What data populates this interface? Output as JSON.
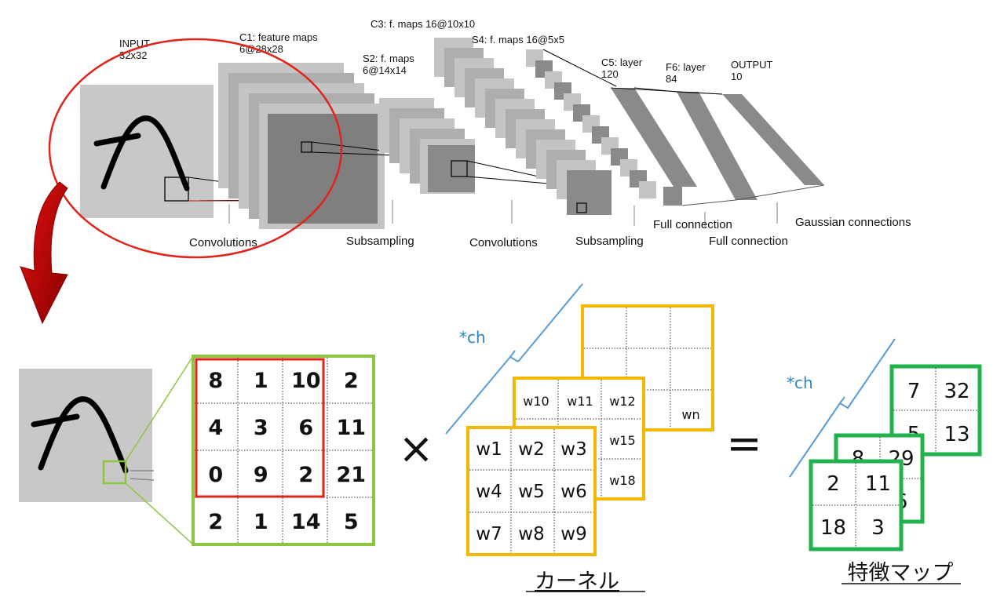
{
  "lenet": {
    "input_label": "INPUT",
    "input_size": "32x32",
    "c1_label": "C1: feature maps",
    "c1_size": "6@28x28",
    "s2_label": "S2: f. maps",
    "s2_size": "6@14x14",
    "c3_label": "C3: f. maps 16@10x10",
    "s4_label": "S4: f. maps 16@5x5",
    "c5_label": "C5: layer",
    "c5_size": "120",
    "f6_label": "F6: layer",
    "f6_size": "84",
    "output_label": "OUTPUT",
    "output_size": "10",
    "bottom_labels": {
      "convolutions_1": "Convolutions",
      "subsampling_1": "Subsampling",
      "convolutions_2": "Convolutions",
      "subsampling_2": "Subsampling",
      "full_connection_1": "Full connection",
      "full_connection_2": "Full connection",
      "gaussian": "Gaussian connections"
    }
  },
  "input_grid": [
    [
      "8",
      "1",
      "10",
      "2"
    ],
    [
      "4",
      "3",
      "6",
      "11"
    ],
    [
      "0",
      "9",
      "2",
      "21"
    ],
    [
      "2",
      "1",
      "14",
      "5"
    ]
  ],
  "times_symbol": "×",
  "equals_symbol": "=",
  "kernel": {
    "ch_label": "*ch",
    "front": [
      [
        "w1",
        "w2",
        "w3"
      ],
      [
        "w4",
        "w5",
        "w6"
      ],
      [
        "w7",
        "w8",
        "w9"
      ]
    ],
    "middle_visible": [
      "w10",
      "w11",
      "w12",
      "w15",
      "w18"
    ],
    "back_visible": [
      "wn"
    ],
    "caption": "カーネル"
  },
  "feature_map": {
    "ch_label": "*ch",
    "front": [
      [
        "2",
        "11"
      ],
      [
        "18",
        "3"
      ]
    ],
    "middle_visible": [
      "8",
      "29",
      "6"
    ],
    "back_visible": [
      "7",
      "32",
      "5",
      "13"
    ],
    "caption": "特徴マップ"
  },
  "colors": {
    "red": "#e2231a",
    "green": "#8cc63f",
    "yellow": "#f5b800",
    "dark_green": "#22b14c",
    "blue": "#5b9bd5",
    "gray_light": "#c8c8c8",
    "gray_dark": "#8a8a8a"
  }
}
